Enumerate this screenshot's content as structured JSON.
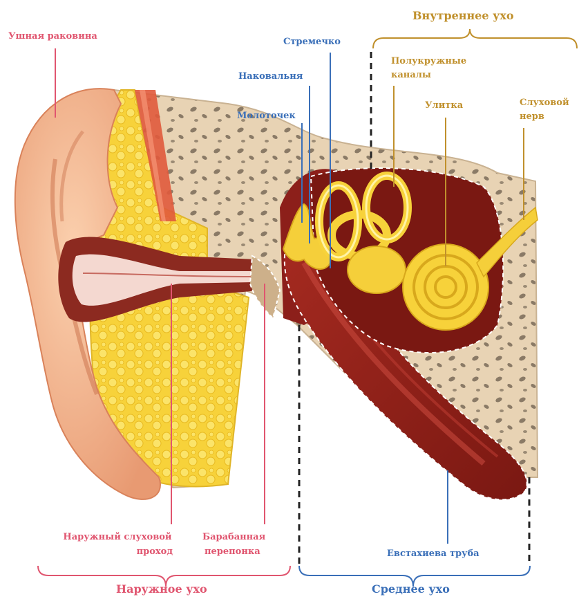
{
  "labels": {
    "pinna": "Ушная раковина",
    "stapes": "Стремечко",
    "incus": "Наковальня",
    "malleus": "Молоточек",
    "semicircular_line1": "Полукружные",
    "semicircular_line2": "каналы",
    "cochlea": "Улитка",
    "nerve_line1": "Слуховой",
    "nerve_line2": "нерв",
    "canal_line1": "Наружный слуховой",
    "canal_line2": "проход",
    "eardrum_line1": "Барабанная",
    "eardrum_line2": "перепонка",
    "eustachian": "Евстахиева труба"
  },
  "sections": {
    "inner": "Внутреннее ухо",
    "outer": "Наружное ухо",
    "middle": "Среднее ухо"
  },
  "colors": {
    "outer_accent": "#e0556f",
    "middle_accent": "#3a6fb8",
    "inner_accent": "#c0902c",
    "bone": "#e8d3b4",
    "fat": "#f7d23a",
    "tissue": "#8c1f1a",
    "skin": "#f2b088"
  }
}
